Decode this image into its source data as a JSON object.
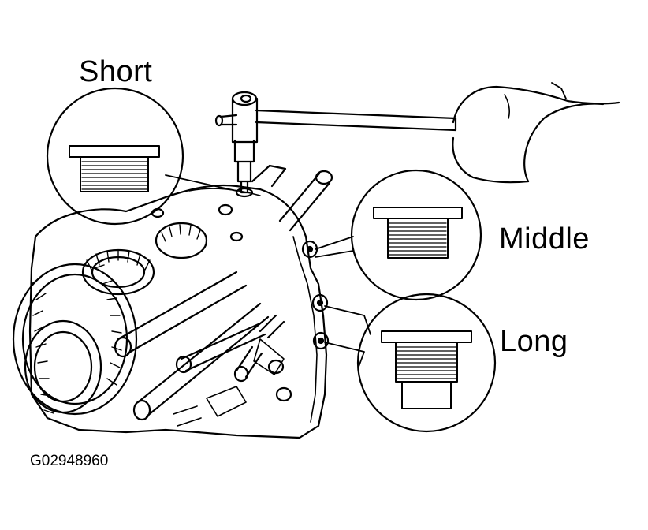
{
  "labels": {
    "short": "Short",
    "middle": "Middle",
    "long": "Long",
    "figure_code": "G02948960"
  },
  "colors": {
    "ink": "#000000",
    "paper": "#ffffff"
  },
  "icons": [
    "hex-wrench-icon",
    "plug-icon"
  ]
}
